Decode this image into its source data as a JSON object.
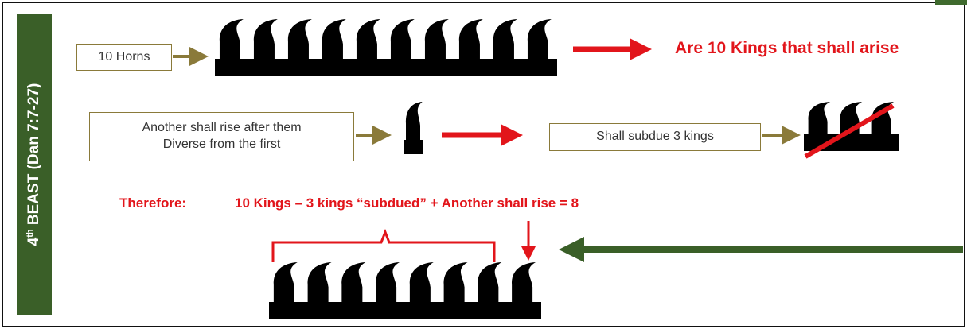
{
  "side_label": {
    "ordinal": "4",
    "ordinal_suffix": "th",
    "title": " BEAST (Dan 7:7-27)"
  },
  "row1": {
    "box_label": "10 Horns",
    "result": "Are 10 Kings that shall arise"
  },
  "row2": {
    "box_line1": "Another shall rise after them",
    "box_line2": "Diverse from the first",
    "subdue_label": "Shall subdue 3 kings"
  },
  "row3": {
    "therefore": "Therefore:",
    "equation": "10 Kings – 3 kings “subdued” + Another shall rise = 8"
  },
  "colors": {
    "green": "#3a5f28",
    "red": "#e2151b",
    "olive": "#8a7a3a",
    "black": "#000000"
  },
  "icons": [
    "horn-beam-icon",
    "horn-icon",
    "crossed-horns-icon",
    "arrow-icon"
  ]
}
